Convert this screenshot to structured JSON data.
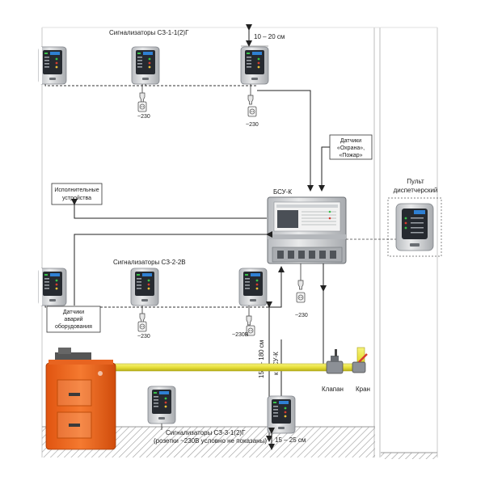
{
  "labels": {
    "top_group": "Сигнализаторы СЗ-1-1(2)Г",
    "dim_top": "10 – 20 см",
    "sensors_security": [
      "Датчики",
      "«Охрана»,",
      "«Пожар»"
    ],
    "actuators": [
      "Исполнительные",
      "устройства"
    ],
    "bsu": "БСУ-К",
    "console": [
      "Пульт",
      "диспетчерский"
    ],
    "middle_group": "Сигнализаторы СЗ-2-2В",
    "sensors_equipment": [
      "Датчики",
      "аварий",
      "оборудования"
    ],
    "v230_a": "~230",
    "v230_b": "~230",
    "v230_c": "~230",
    "v230_d": "~230",
    "v230_e": "~230В",
    "dim_vertical": "150 – 180 см",
    "to_bsu": "к БСУ-К",
    "valve": "Клапан",
    "tap": "Кран",
    "bottom_group": "Сигнализаторы СЗ-3-1(2)Г",
    "bottom_note": "(розетки ~230В условно не показаны)",
    "dim_bottom": "15 – 25 см"
  },
  "colors": {
    "boiler": "#f26a21",
    "gas_pipe": "#e8e03a",
    "device_screen": "#2f80d3",
    "led_green": "#39c24a",
    "led_red": "#d63b2f"
  },
  "icons": [
    "socket-icon",
    "plug-icon",
    "gas-detector-icon",
    "valve-icon",
    "tap-icon",
    "boiler-icon",
    "control-console-icon"
  ]
}
